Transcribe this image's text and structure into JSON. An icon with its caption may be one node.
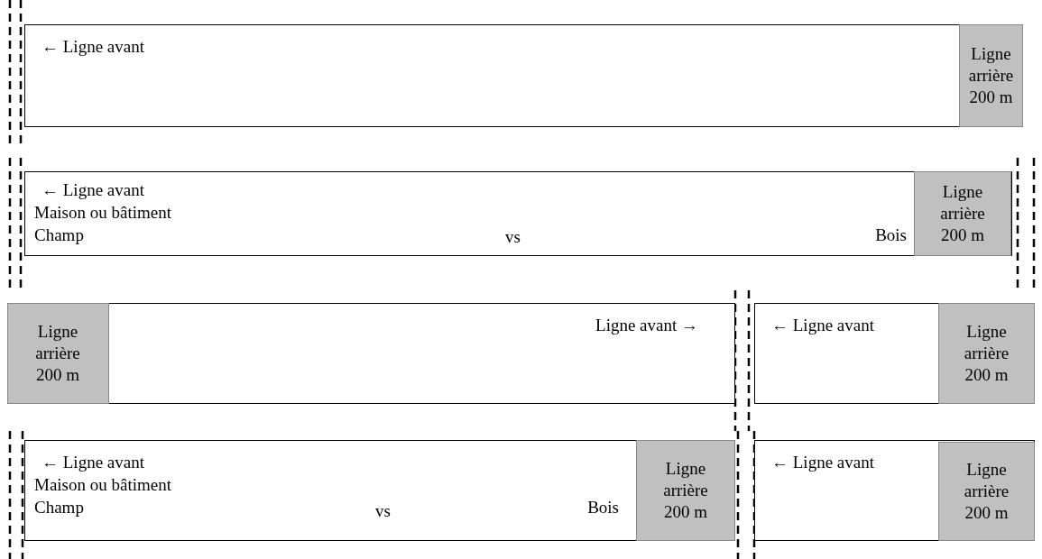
{
  "diagram": {
    "nodes": [
      {
        "text": [
          "← Ligne avant"
        ]
      },
      {
        "text": [
          "Ligne arrière 200 m"
        ],
        "in": 0
      },
      {
        "text": [
          "← Ligne avant",
          "Maison ou bâtiment",
          "Champ",
          "vs",
          "Bois"
        ]
      },
      {
        "text": [
          "Ligne arrière 200 m"
        ],
        "in": 2
      },
      {
        "text": [
          "Ligne avant →"
        ]
      },
      {
        "text": [
          "Ligne arrière 200 m"
        ],
        "in": 4
      },
      {
        "text": [
          "← Ligne avant"
        ]
      },
      {
        "text": [
          "Ligne arrière 200 m"
        ],
        "in": 6
      },
      {
        "text": [
          "← Ligne avant",
          "Maison ou bâtiment",
          "Champ",
          "vs",
          "Bois"
        ]
      },
      {
        "text": [
          "Ligne arrière 200 m"
        ],
        "in": 8
      },
      {
        "text": [
          "← Ligne avant"
        ]
      },
      {
        "text": [
          "Ligne arrière 200 m"
        ],
        "in": 10
      }
    ],
    "edges": []
  }
}
